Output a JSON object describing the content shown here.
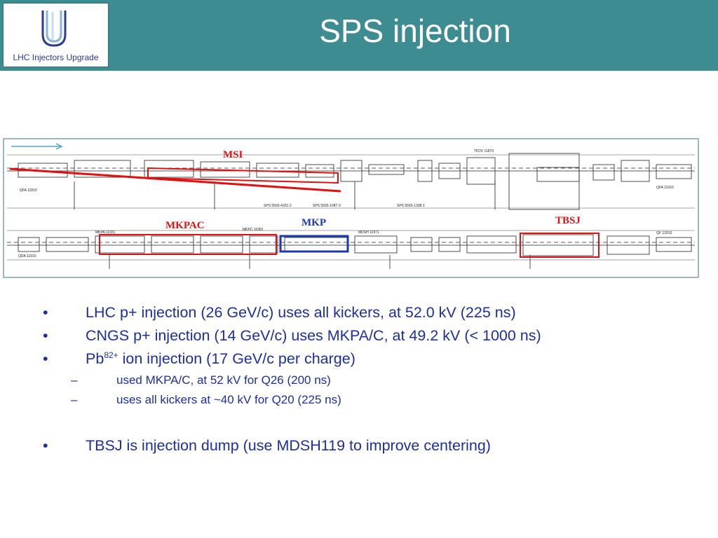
{
  "header": {
    "title": "SPS injection",
    "logo_text": "LHC Injectors Upgrade",
    "background": "#3d8c92"
  },
  "diagram": {
    "labels": {
      "msi": "MSI",
      "mkpac": "MKPAC",
      "mkp": "MKP",
      "tbsj": "TBSJ"
    },
    "colors": {
      "highlight_red": "#e01010",
      "highlight_blue": "#1c3ab0"
    },
    "small_labels": {
      "qfa_upper": "QFA 11810",
      "qfa_lower": "QFA 11910",
      "mkpa": "MKPA 11931",
      "mkpc": "MKPC 11952",
      "mdsh": "MDSH 11971",
      "qf_right": "QF 12010",
      "qda": "QDA 11910",
      "tfdv": "TFDV 11879",
      "sps_ref1": "SPS 5565-4331-2",
      "sps_ref2": "SPS 5565-1087-3",
      "sps_ref3": "SPS 5565-1338-1"
    }
  },
  "bullets": [
    {
      "marker": "•",
      "text": "LHC p+ injection (26 GeV/c) uses all kickers, at 52.0 kV (225 ns)"
    },
    {
      "marker": "•",
      "text": "CNGS p+ injection (14 GeV/c) uses MKPA/C, at 49.2 kV (< 1000 ns)"
    },
    {
      "marker": "•",
      "prefix": "Pb",
      "sup": "82+",
      "text": " ion injection (17 GeV/c per charge)"
    }
  ],
  "subbullets": [
    {
      "marker": "–",
      "text": "used MKPA/C, at 52 kV for Q26 (200 ns)"
    },
    {
      "marker": "–",
      "text": "uses all kickers at ~40 kV for Q20 (225 ns)"
    }
  ],
  "bullets2": [
    {
      "marker": "•",
      "text": "TBSJ is injection dump (use MDSH119 to improve centering)"
    }
  ]
}
